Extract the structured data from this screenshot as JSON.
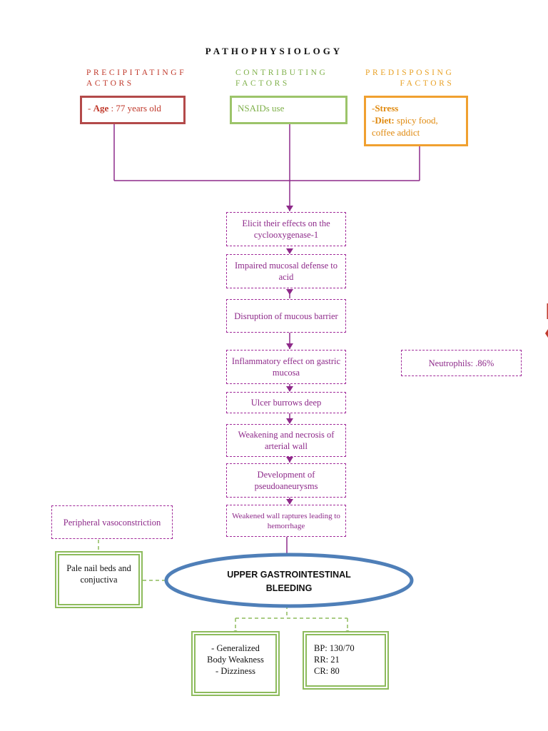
{
  "title": "PATHOPHYSIOLOGY",
  "factors": {
    "precipitating": {
      "heading": "PRECIPITATINGF\nACTORS",
      "items": [
        {
          "prefix": "- ",
          "label": "Age",
          "value": " : 77 years old"
        }
      ]
    },
    "contributing": {
      "heading": "CONTRIBUTING\nFACTORS",
      "items": [
        {
          "text": "NSAIDs use"
        }
      ]
    },
    "predisposing": {
      "heading": "PREDISPOSING\nFACTORS",
      "items": [
        {
          "label": "-Stress",
          "value": ""
        },
        {
          "label": "-Diet:",
          "value": "  spicy food, coffee addict"
        }
      ]
    }
  },
  "flow_steps": [
    "Elicit their effects on the cyclooxygenase-1",
    "Impaired mucosal defense to acid",
    "Disruption of mucous barrier",
    "Inflammatory effect on gastric mucosa",
    "Ulcer burrows deep",
    "Weakening and necrosis of arterial wall",
    "Development of pseudoaneurysms",
    "Weakened wall raptures leading to hemorrhage"
  ],
  "side_notes": {
    "neutrophils": "Neutrophils: .86%",
    "vasoconstriction": "Peripheral vasoconstriction"
  },
  "outcome": "UPPER GASTROINTESTINAL BLEEDING",
  "manifestations": {
    "pale": "Pale nail beds and conjuctiva",
    "weakness": [
      "- Generalized",
      "Body Weakness",
      "- Dizziness"
    ],
    "vitals": [
      "BP: 130/70",
      "RR: 21",
      "CR: 80"
    ]
  },
  "colors": {
    "precipitating": "#c0392b",
    "contributing": "#7fb04a",
    "predisposing": "#e8a024",
    "flow": "#8e2a8a",
    "ellipse": "#4f7fb8",
    "manifestation_border": "#8dbb5c"
  }
}
